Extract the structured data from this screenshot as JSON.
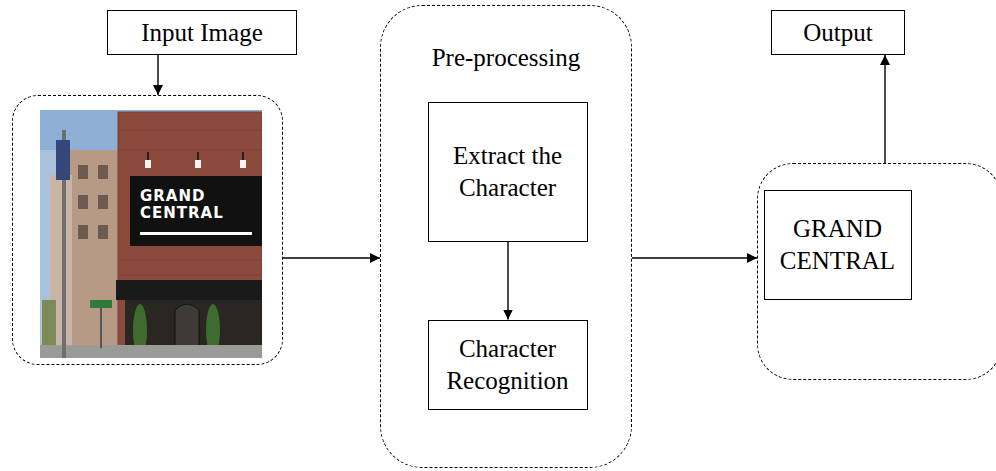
{
  "diagram": {
    "nodes": [
      {
        "text": [
          "Input Image"
        ]
      },
      {
        "text": []
      },
      {
        "text": [
          "Pre-processing"
        ]
      },
      {
        "text": [
          "Extract the Character"
        ],
        "in": 2
      },
      {
        "text": [
          "Character Recognition"
        ],
        "in": 2
      },
      {
        "text": [
          "Output"
        ]
      },
      {
        "text": []
      },
      {
        "text": [
          "GRAND CENTRAL"
        ],
        "in": 6
      }
    ],
    "edges": [
      {
        "from": 0,
        "to": 1,
        "arrow": "to"
      },
      {
        "from": 1,
        "to": 2,
        "arrow": "to"
      },
      {
        "from": 3,
        "to": 4,
        "arrow": "to"
      },
      {
        "from": 2,
        "to": 6,
        "arrow": "to"
      },
      {
        "from": 6,
        "to": 5,
        "arrow": "to"
      }
    ],
    "labels": [
      "GRAND CENTRAL"
    ]
  }
}
